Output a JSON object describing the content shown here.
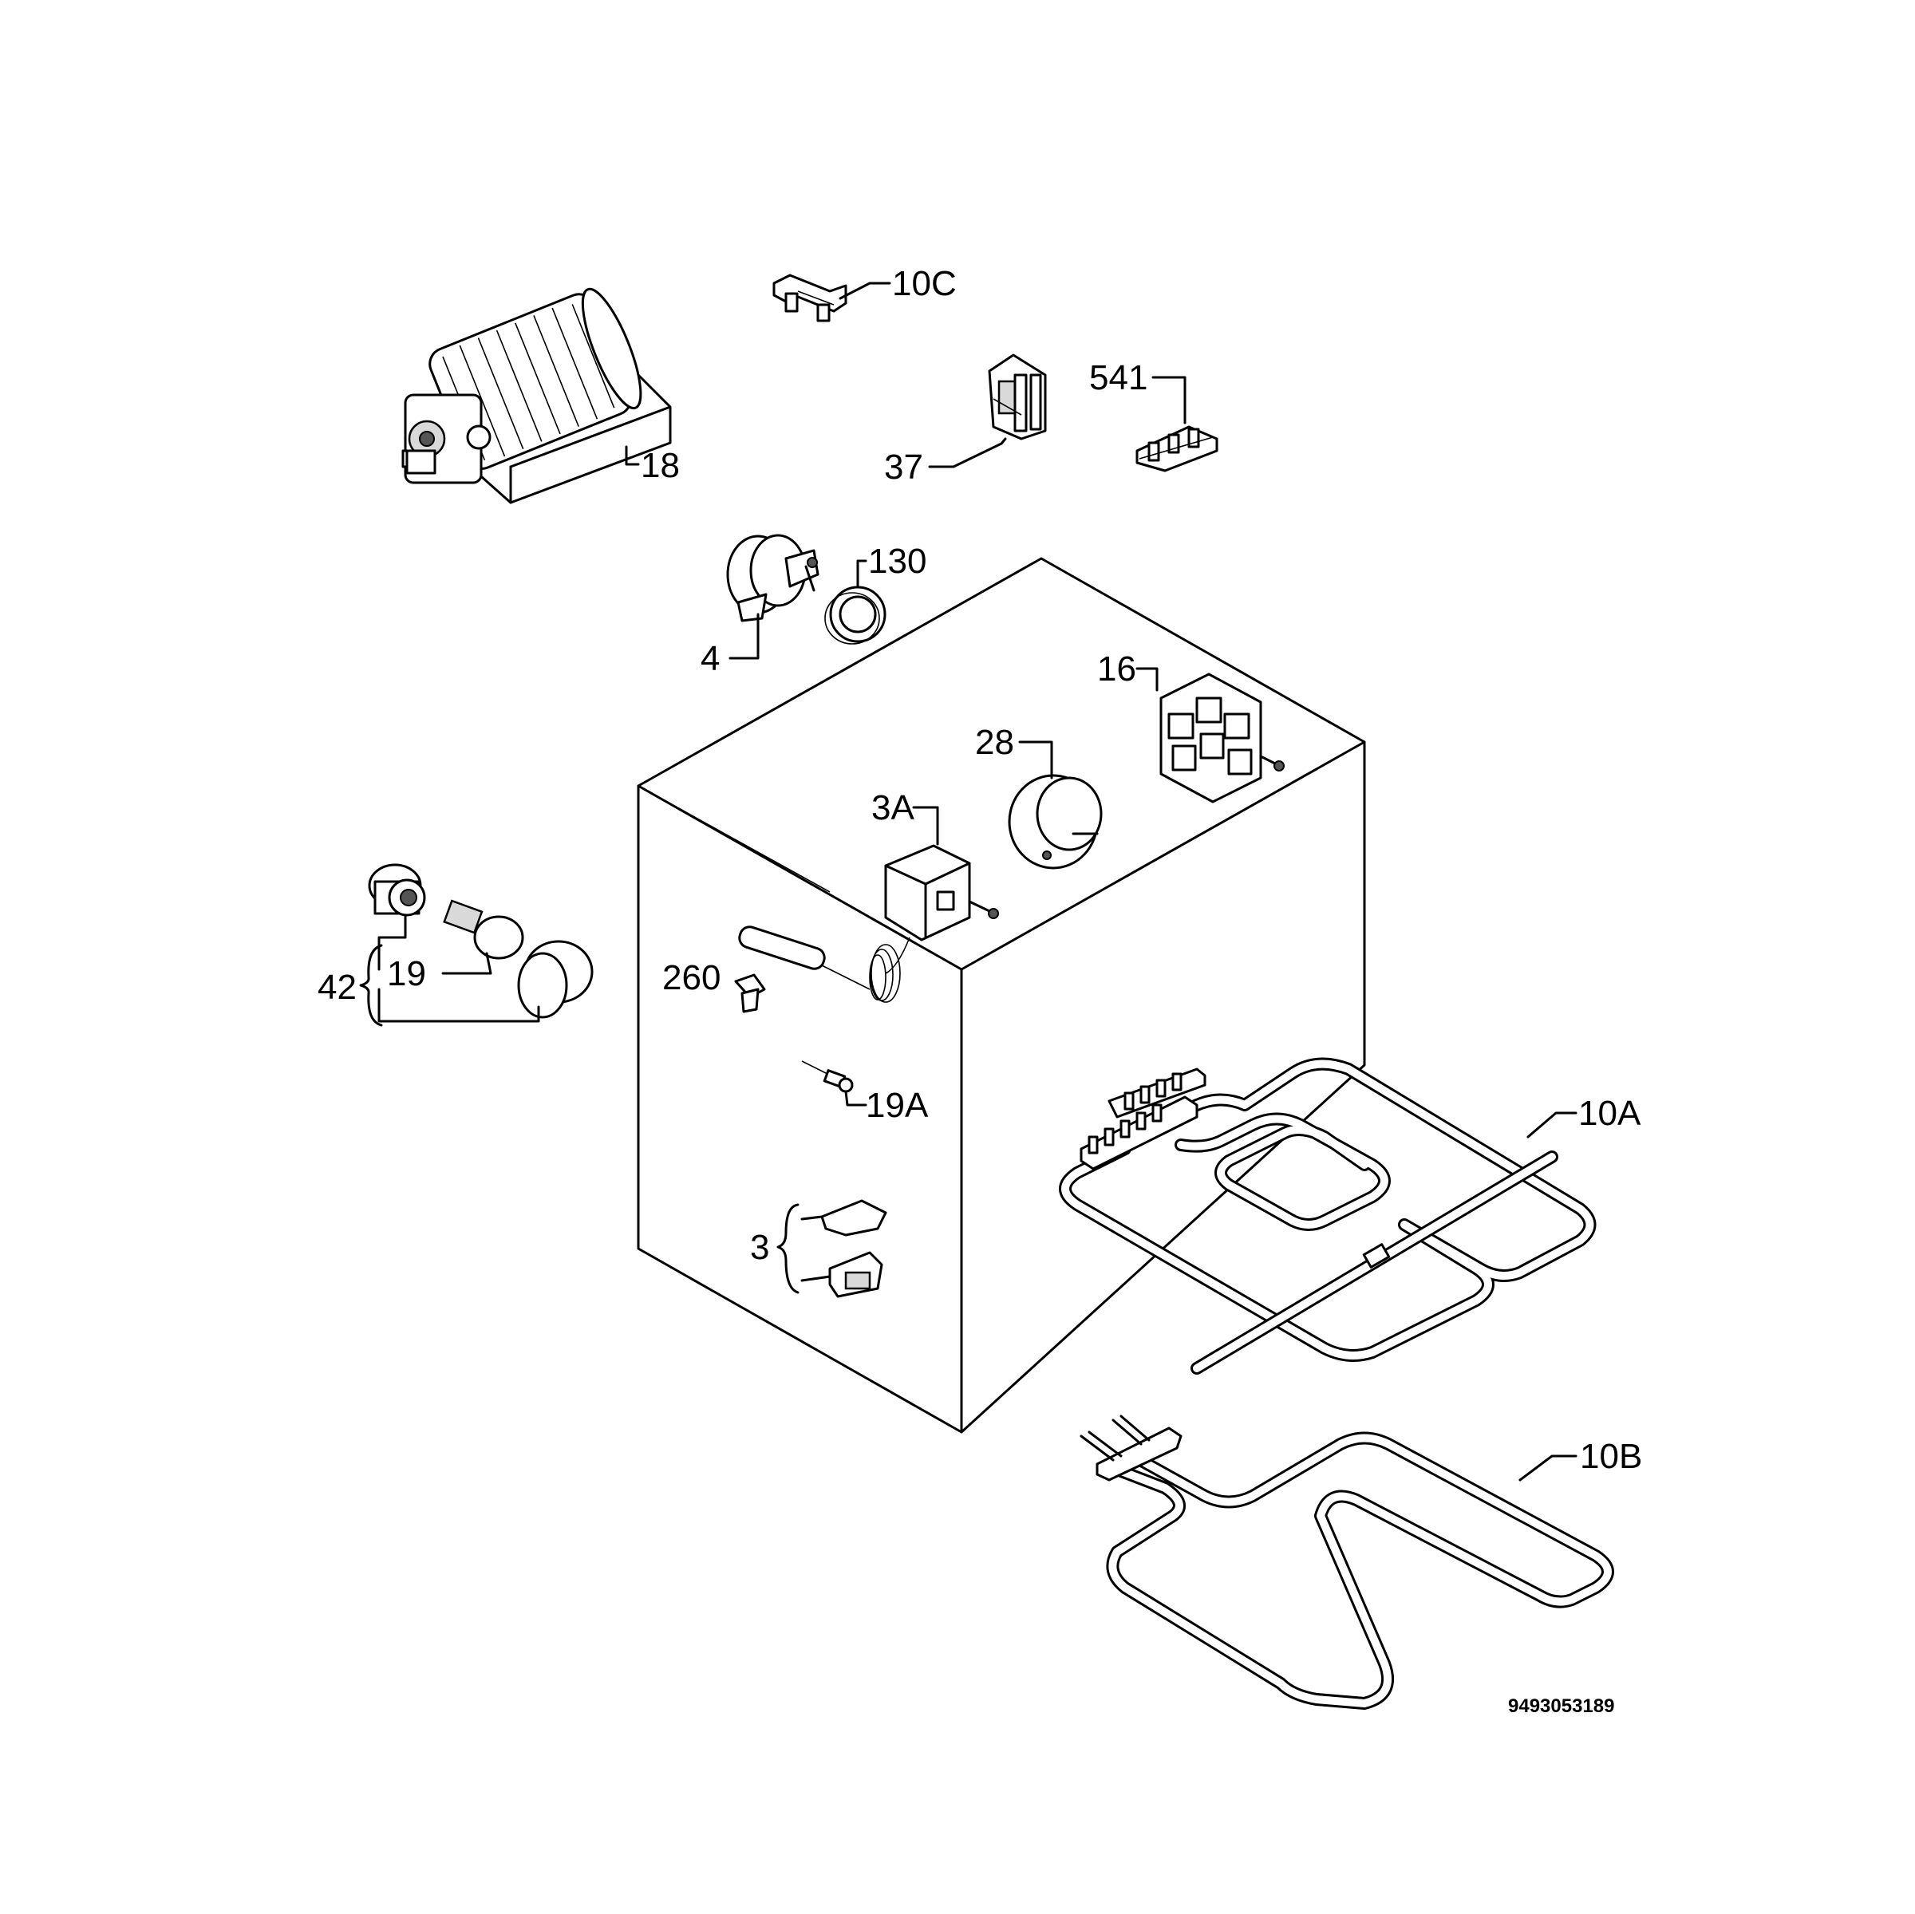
{
  "diagram": {
    "labels": {
      "l_10c": "10C",
      "l_18": "18",
      "l_37": "37",
      "l_541": "541",
      "l_130": "130",
      "l_4": "4",
      "l_16": "16",
      "l_28": "28",
      "l_3a": "3A",
      "l_42": "42",
      "l_19": "19",
      "l_260": "260",
      "l_19a": "19A",
      "l_10a": "10A",
      "l_3": "3",
      "l_10b": "10B"
    },
    "reference_number": "9493053189"
  }
}
